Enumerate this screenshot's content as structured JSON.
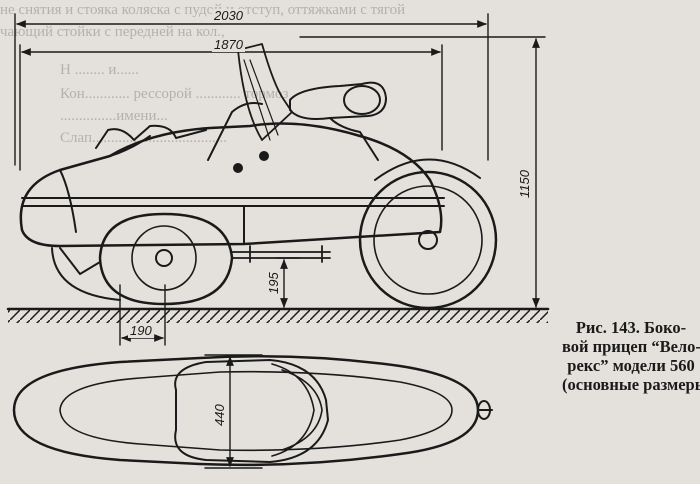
{
  "figure": {
    "caption_lines": [
      "Рис. 143. Боко-",
      "вой прицеп “Вело-",
      "рекс” модели 560",
      "(основные размеры)"
    ]
  },
  "dimensions": {
    "overall_length": "2030",
    "body_length": "1870",
    "height": "1150",
    "ground_clearance": "195",
    "wheel_offset": "190",
    "seat_width": "440"
  },
  "background_text": [
    "не снятия и стояка коляска с пудой и отступ, оттяжками с тягой",
    "чающий стойки с передней на кол.,",
    "Н ........ и......",
    "Кон............ рессорой ............ тормоз",
    "...............имени...",
    "Слап............ ......................."
  ],
  "colors": {
    "paper": "#e4e1dc",
    "ink": "#1a1a1a"
  }
}
